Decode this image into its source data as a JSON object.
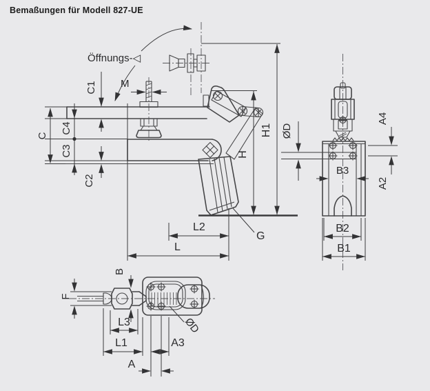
{
  "title": "Bemaßungen für Modell 827-UE",
  "colors": {
    "background": "#e9e9eb",
    "line": "#454547",
    "dim_line": "#3c3c3e",
    "text": "#2b2b2d"
  },
  "side_view": {
    "angle_label": "Öffnungs-◁",
    "dims": {
      "C1": "C1",
      "C": "C",
      "C4": "C4",
      "C3": "C3",
      "C2": "C2",
      "M": "M",
      "H": "H",
      "H1": "H1",
      "L2": "L2",
      "L": "L",
      "G": "G"
    }
  },
  "front_view": {
    "dims": {
      "OD": "ØD",
      "A4": "A4",
      "A2": "A2",
      "B3": "B3",
      "B2": "B2",
      "B1": "B1"
    }
  },
  "top_view": {
    "dims": {
      "F": "F",
      "B": "B",
      "L3": "L3",
      "L1": "L1",
      "A3": "A3",
      "A": "A",
      "OD": "ØD"
    }
  }
}
